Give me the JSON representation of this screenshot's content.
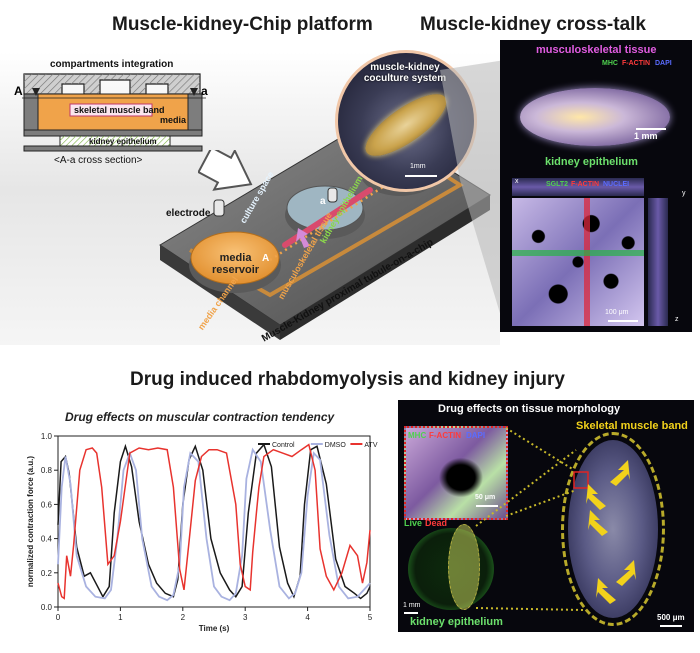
{
  "headings": {
    "platform": "Muscle-kidney-Chip platform",
    "crosstalk": "Muscle-kidney cross-talk",
    "drug": "Drug induced rhabdomyolysis and kidney injury"
  },
  "cross_section": {
    "title": "compartments integration",
    "marker_left": "A",
    "marker_right": "a",
    "muscle_label": "skeletal muscle band",
    "media_label": "media",
    "kidney_label": "kidney epithelium",
    "caption": "<A-a cross section>"
  },
  "chip": {
    "electrode": "electrode",
    "culture_space": "culture space",
    "media_reservoir": "media\nreservoir",
    "media_channel": "media channel",
    "muscle_tissue": "musculoskeletal tissue",
    "kidney_epi": "kidney epithelium",
    "marker_A": "A",
    "marker_a": "a",
    "chip_name": "Muscle-Kidney proximal tubule-on-a-chip"
  },
  "coculture": {
    "title": "muscle-kidney coculture system",
    "scale": "1mm"
  },
  "crosstalk_panel": {
    "muscle_title": "musculoskeletal tissue",
    "stain_mhc": "MHC",
    "stain_factin": "F-ACTIN",
    "stain_dapi": "DAPI",
    "scale_muscle": "1 mm",
    "kidney_title": "kidney epithelium",
    "stain_sglt2": "SGLT2",
    "stain_factin2": "F-ACTIN",
    "stain_nuclei": "NUCLEI",
    "scale_kidney": "100 μm",
    "axis_x": "x",
    "axis_y": "y",
    "axis_z": "z"
  },
  "chart_title": "Drug effects on muscular contraction tendency",
  "morph": {
    "title": "Drug effects on tissue morphology",
    "muscle_band": "Skeletal muscle band",
    "stain_mhc": "MHC",
    "stain_factin": "F-ACTIN",
    "stain_dapi": "DAPI",
    "scale_inset": "50 μm",
    "live": "Live",
    "dead": "Dead",
    "scale_kidney": "1 mm",
    "kidney": "kidney epithelium",
    "scale_muscle": "500 μm"
  },
  "colors": {
    "control": "#1a1a1a",
    "dmso": "#a9b2e0",
    "atv": "#e8332e",
    "orange": "#f0a34a",
    "arrow_yellow": "#f2d21b"
  },
  "chart_data": {
    "type": "line",
    "title": "Drug effects on muscular contraction tendency",
    "xlabel": "Time (s)",
    "ylabel": "normalized contraction force (a.u.)",
    "xlim": [
      0,
      5
    ],
    "ylim": [
      0,
      1.0
    ],
    "xticks": [
      "0",
      "1",
      "2",
      "3",
      "4",
      "5"
    ],
    "yticks": [
      "0.0",
      "0.2",
      "0.4",
      "0.6",
      "0.8",
      "1.0"
    ],
    "legend": "top-right",
    "series": [
      {
        "name": "Control",
        "x": [
          0,
          0.05,
          0.12,
          0.18,
          0.3,
          0.42,
          0.52,
          0.62,
          0.72,
          0.82,
          0.9,
          1.0,
          1.08,
          1.18,
          1.3,
          1.45,
          1.58,
          1.72,
          1.85,
          1.92,
          2.0,
          2.1,
          2.2,
          2.32,
          2.45,
          2.6,
          2.75,
          2.85,
          2.95,
          3.05,
          3.18,
          3.3,
          3.42,
          3.55,
          3.68,
          3.78,
          3.88,
          3.95,
          4.05,
          4.15,
          4.3,
          4.45,
          4.6,
          4.75,
          4.85,
          4.95,
          5.0
        ],
        "y": [
          0.48,
          0.85,
          0.88,
          0.78,
          0.35,
          0.18,
          0.2,
          0.13,
          0.06,
          0.12,
          0.55,
          0.85,
          0.94,
          0.82,
          0.5,
          0.25,
          0.14,
          0.08,
          0.06,
          0.16,
          0.6,
          0.86,
          0.94,
          0.8,
          0.4,
          0.2,
          0.1,
          0.06,
          0.12,
          0.55,
          0.9,
          0.95,
          0.82,
          0.35,
          0.14,
          0.06,
          0.18,
          0.6,
          0.92,
          0.94,
          0.72,
          0.28,
          0.12,
          0.08,
          0.05,
          0.08,
          0.12
        ]
      },
      {
        "name": "DMSO",
        "x": [
          0,
          0.06,
          0.12,
          0.2,
          0.3,
          0.45,
          0.6,
          0.75,
          0.85,
          0.95,
          1.05,
          1.15,
          1.25,
          1.35,
          1.5,
          1.62,
          1.75,
          1.85,
          1.95,
          2.02,
          2.12,
          2.25,
          2.38,
          2.5,
          2.62,
          2.75,
          2.85,
          2.95,
          3.02,
          3.12,
          3.25,
          3.4,
          3.55,
          3.7,
          3.8,
          3.9,
          4.0,
          4.1,
          4.2,
          4.35,
          4.5,
          4.65,
          4.8,
          4.9,
          5.0
        ],
        "y": [
          0.25,
          0.7,
          0.88,
          0.72,
          0.3,
          0.12,
          0.06,
          0.05,
          0.1,
          0.4,
          0.8,
          0.9,
          0.8,
          0.4,
          0.12,
          0.06,
          0.04,
          0.07,
          0.25,
          0.7,
          0.9,
          0.85,
          0.4,
          0.12,
          0.06,
          0.04,
          0.08,
          0.3,
          0.75,
          0.92,
          0.85,
          0.45,
          0.12,
          0.05,
          0.08,
          0.2,
          0.65,
          0.9,
          0.86,
          0.42,
          0.12,
          0.05,
          0.06,
          0.1,
          0.14
        ]
      },
      {
        "name": "ATV",
        "x": [
          0,
          0.06,
          0.1,
          0.14,
          0.2,
          0.25,
          0.35,
          0.45,
          0.55,
          0.62,
          0.7,
          0.8,
          0.9,
          1.0,
          1.15,
          1.3,
          1.45,
          1.6,
          1.75,
          1.85,
          1.95,
          2.02,
          2.1,
          2.2,
          2.3,
          2.42,
          2.55,
          2.7,
          2.85,
          2.92,
          3.0,
          3.08,
          3.12,
          3.18,
          3.22,
          3.3,
          3.45,
          3.6,
          3.75,
          3.9,
          4.02,
          4.12,
          4.2,
          4.3,
          4.42,
          4.55,
          4.68,
          4.8,
          4.88,
          4.95,
          5.0
        ],
        "y": [
          0.14,
          0.06,
          0.05,
          0.3,
          0.18,
          0.36,
          0.8,
          0.92,
          0.93,
          0.9,
          0.7,
          0.25,
          0.3,
          0.5,
          0.9,
          0.93,
          0.92,
          0.93,
          0.92,
          0.7,
          0.22,
          0.1,
          0.38,
          0.74,
          0.88,
          0.92,
          0.92,
          0.9,
          0.6,
          0.25,
          0.12,
          0.1,
          0.32,
          0.55,
          0.7,
          0.88,
          0.92,
          0.9,
          0.88,
          0.92,
          0.95,
          0.8,
          0.34,
          0.18,
          0.1,
          0.2,
          0.36,
          0.3,
          0.14,
          0.26,
          0.45
        ]
      }
    ]
  }
}
